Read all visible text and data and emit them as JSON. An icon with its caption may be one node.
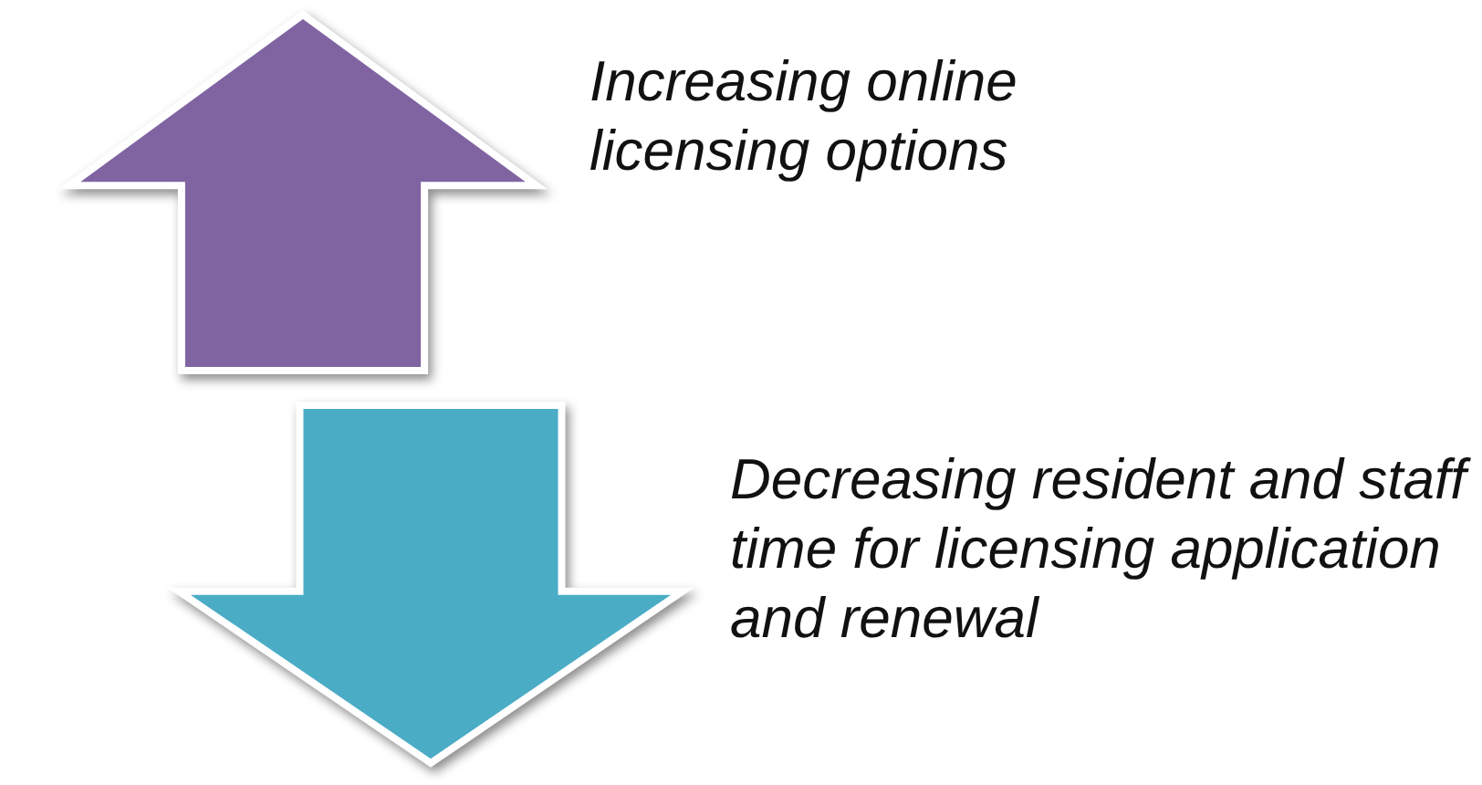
{
  "diagram": {
    "nodes": [
      {
        "text": [],
        "shape": "arrow",
        "beside": [
          "Increasing online licensing options"
        ]
      },
      {
        "text": [],
        "shape": "arrow",
        "beside": [
          "Decreasing resident and staff time for licensing application and renewal"
        ]
      }
    ]
  }
}
